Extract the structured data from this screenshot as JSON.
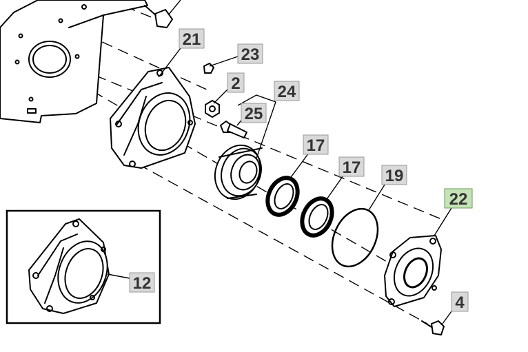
{
  "labels": {
    "p21": "21",
    "p23": "23",
    "p2": "2",
    "p24": "24",
    "p25": "25",
    "p17a": "17",
    "p17b": "17",
    "p19": "19",
    "p22": "22",
    "p4": "4",
    "p12": "12"
  },
  "colors": {
    "label_fill": "#d9d9d9",
    "label_highlight_fill": "#c6e3b8",
    "line": "#000000"
  }
}
